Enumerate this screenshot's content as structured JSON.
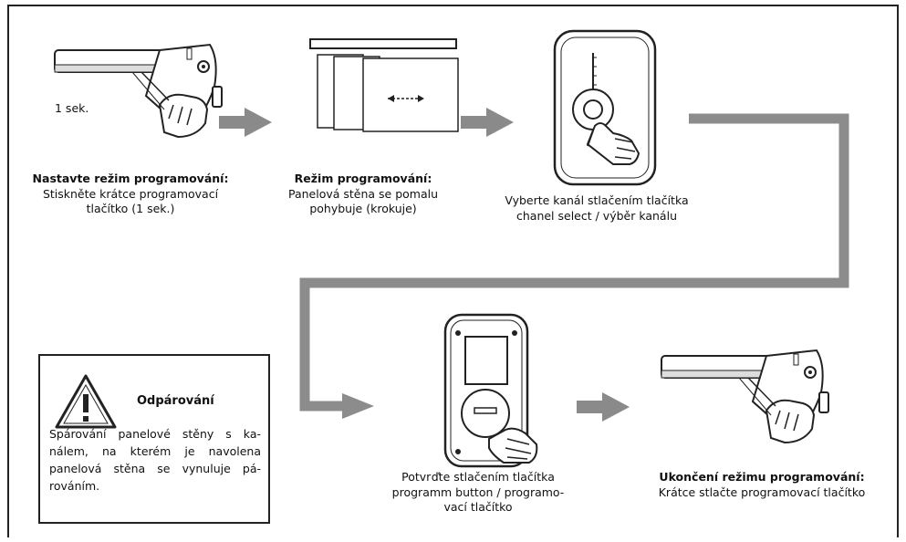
{
  "steps": [
    {
      "title": "Nastavte režim programování:",
      "text": "Stiskněte krátce programovací tlačítko (1 sek.)"
    },
    {
      "title": "Režim programování:",
      "text": "Panelová stěna se pomalu pohybuje (krokuje)"
    },
    {
      "title": "",
      "text": "Vyberte kanál stlačením tlačítka chanel select / výběr kanálu"
    },
    {
      "title": "",
      "text": "Potvrďte stlačením tlačítka programm button / programo-vací tlačítko"
    },
    {
      "title": "Ukončení režimu programování:",
      "text": "Krátce stlačte programovací tlačítko"
    }
  ],
  "step1_label": "1 sek.",
  "warning": {
    "title": "Odpárování",
    "text": "Spárování panelové stěny s ka-nálem, na kterém je navolena panelová stěna se vynuluje pá-rováním."
  },
  "colors": {
    "arrow": "#8a8a8a",
    "path": "#8c8c8c",
    "line": "#222222"
  }
}
